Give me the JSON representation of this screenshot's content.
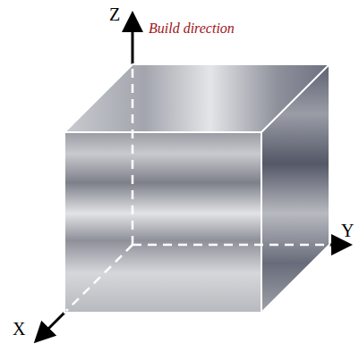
{
  "diagram": {
    "labels": [
      "Z",
      "Build direction",
      "Y",
      "X"
    ]
  }
}
